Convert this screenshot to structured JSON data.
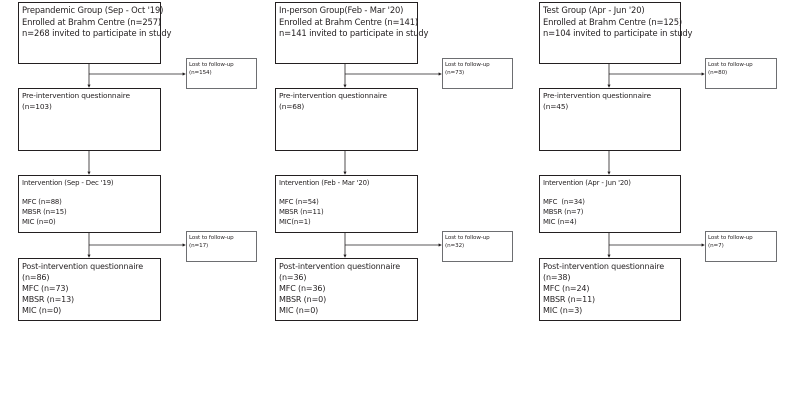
{
  "columns": [
    {
      "enrollment": {
        "title": "Prepandemic Group (Sep - Oct '19)",
        "enrolled": "Enrolled at Brahm Centre (n=257)",
        "invited": "n=268 invited to participate in study"
      },
      "lost_pre": {
        "label": "Lost to follow-up",
        "count": "(n=154)"
      },
      "pre": {
        "title": "Pre-intervention questionnaire",
        "count": "(n=103)"
      },
      "intervention": {
        "title": "Intervention (Sep - Dec '19)",
        "mfc": "MFC (n=88)",
        "mbsr": "MBSR (n=15)",
        "mic": "MIC (n=0)"
      },
      "lost_post": {
        "label": "Lost to follow-up",
        "count": "(n=17)"
      },
      "post": {
        "title": "Post-intervention questionnaire",
        "count": "(n=86)",
        "mfc": "MFC (n=73)",
        "mbsr": "MBSR (n=13)",
        "mic": "MIC (n=0)"
      }
    },
    {
      "enrollment": {
        "title": "In-person Group(Feb - Mar '20)",
        "enrolled": "Enrolled at Brahm Centre (n=141)",
        "invited": "n=141 invited to participate in study"
      },
      "lost_pre": {
        "label": "Lost to follow-up",
        "count": "(n=73)"
      },
      "pre": {
        "title": "Pre-intervention questionnaire",
        "count": "(n=68)"
      },
      "intervention": {
        "title": "Intervention (Feb - Mar '20)",
        "mfc": "MFC (n=54)",
        "mbsr": "MBSR (n=11)",
        "mic": "MIC(n=1)"
      },
      "lost_post": {
        "label": "Lost to follow-up",
        "count": "(n=32)"
      },
      "post": {
        "title": "Post-intervention questionnaire",
        "count": "(n=36)",
        "mfc": "MFC (n=36)",
        "mbsr": "MBSR (n=0)",
        "mic": "MIC (n=0)"
      }
    },
    {
      "enrollment": {
        "title": "Test Group (Apr - Jun '20)",
        "enrolled": "Enrolled at Brahm Centre (n=125)",
        "invited": "n=104 invited to participate in study"
      },
      "lost_pre": {
        "label": "Lost to follow-up",
        "count": "(n=80)"
      },
      "pre": {
        "title": "Pre-intervention questionnaire",
        "count": "(n=45)"
      },
      "intervention": {
        "title": "Intervention (Apr - Jun '20)",
        "mfc": "MFC  (n=34)",
        "mbsr": "MBSR (n=7)",
        "mic": "MIC (n=4)"
      },
      "lost_post": {
        "label": "Lost to follow-up",
        "count": "(n=7)"
      },
      "post": {
        "title": "Post-intervention questionnaire",
        "count": "(n=38)",
        "mfc": "MFC (n=24)",
        "mbsr": "MBSR (n=11)",
        "mic": "MIC (n=3)"
      }
    }
  ],
  "colors": {
    "line": "#231f20",
    "lost_border": "#6d6e71",
    "background": "#ffffff"
  }
}
